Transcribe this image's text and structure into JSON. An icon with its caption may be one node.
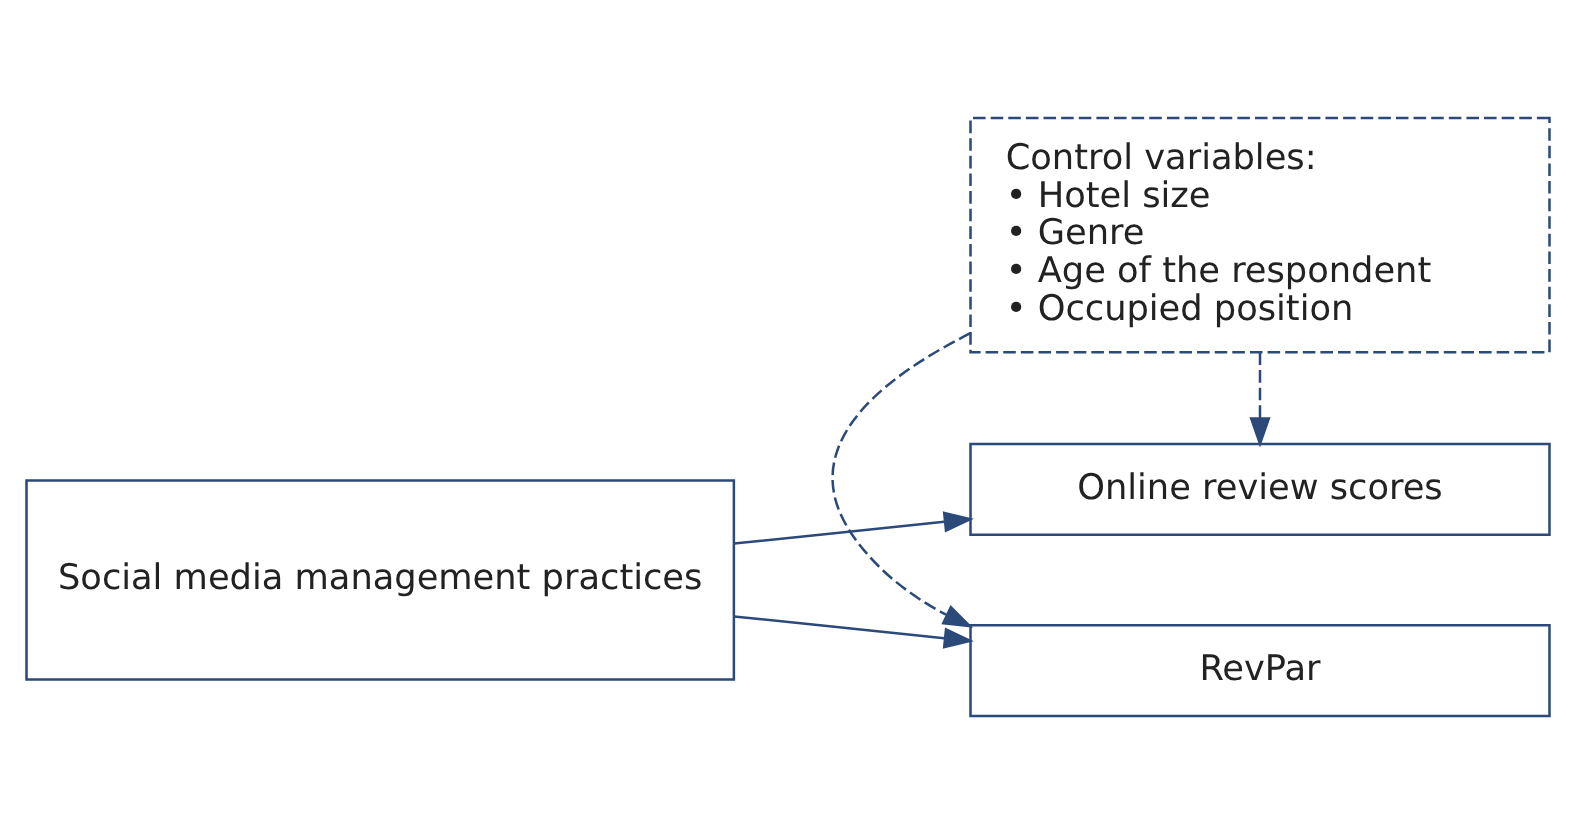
{
  "diagram": {
    "nodes": [
      {
        "text": [
          "Control variables:",
          "• Hotel size",
          "• Genre",
          "• Age of the respondent",
          "• Occupied position"
        ]
      },
      {
        "text": [
          "Social media management practices"
        ]
      },
      {
        "text": [
          "RevPar"
        ]
      },
      {
        "text": [
          "Online review scores"
        ]
      }
    ],
    "edges": [
      {
        "from": 0,
        "to": 2,
        "arrow": "to",
        "style": "dashed"
      },
      {
        "from": 0,
        "to": 3,
        "arrow": "to",
        "style": "dashed"
      },
      {
        "from": 1,
        "to": 2,
        "arrow": "to"
      },
      {
        "from": 1,
        "to": 3,
        "arrow": "to"
      }
    ]
  }
}
